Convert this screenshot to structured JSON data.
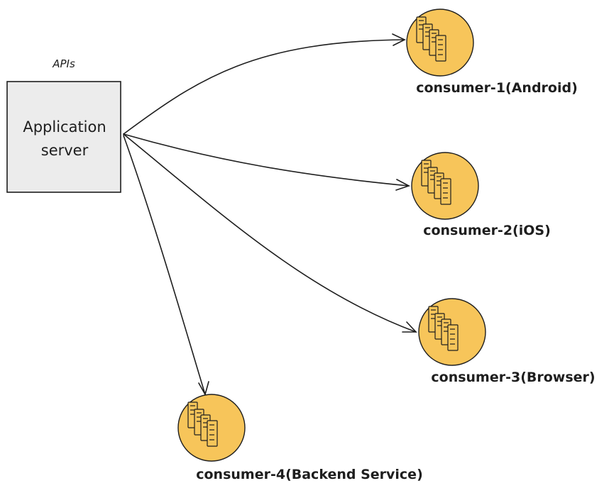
{
  "diagram": {
    "apis_label": "APIs",
    "server": {
      "line1": "Application",
      "line2": "server"
    },
    "consumers": [
      {
        "label": "consumer-1(Android)"
      },
      {
        "label": "consumer-2(iOS)"
      },
      {
        "label": "consumer-3(Browser)"
      },
      {
        "label": "consumer-4(Backend Service)"
      }
    ]
  },
  "colors": {
    "server_fill": "#ececec",
    "server_stroke": "#1e1e1e",
    "consumer_fill": "#f7c55a",
    "stroke": "#1e1e1e"
  },
  "icons": {
    "consumer_icon": "stacked-documents-icon"
  }
}
